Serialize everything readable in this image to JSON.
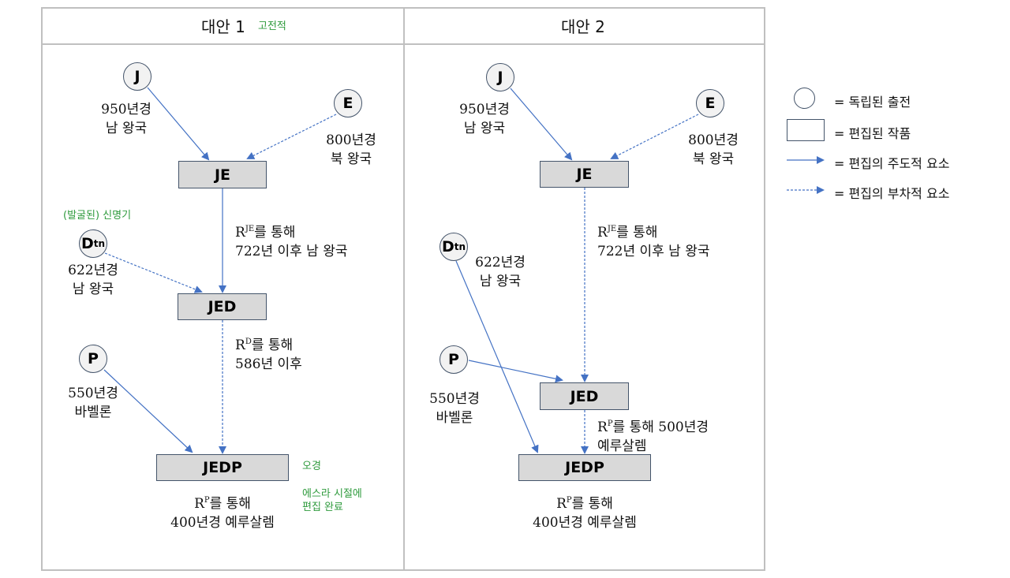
{
  "columns": [
    {
      "title": "대안 1",
      "tag": "고전적"
    },
    {
      "title": "대안 2"
    }
  ],
  "alt1": {
    "nodes": {
      "J": {
        "label": "J",
        "note": [
          "950년경",
          "남 왕국"
        ]
      },
      "E": {
        "label": "E",
        "note": [
          "800년경",
          "북 왕국"
        ]
      },
      "D": {
        "label": "D",
        "sub": "tn",
        "note": [
          "622년경",
          "남 왕국"
        ],
        "annotation": "(발굴된) 신명기"
      },
      "P": {
        "label": "P",
        "note": [
          "550년경",
          "바벨론"
        ]
      }
    },
    "boxes": {
      "JE": "JE",
      "JED": "JED",
      "JEDP": "JEDP"
    },
    "redactions": {
      "rje": {
        "R": "R",
        "sup": "JE",
        "line1_suffix": "를 통해",
        "line2": "722년 이후 남 왕국"
      },
      "rd": {
        "R": "R",
        "sup": "D",
        "line1_suffix": "를 통해",
        "line2": "586년 이후"
      },
      "rp": {
        "R": "R",
        "sup": "P",
        "line1_suffix": "를 통해",
        "line2": "400년경 예루살렘"
      }
    },
    "annotations": {
      "canon": "오경",
      "ezra": [
        "에스라 시절에",
        "편집 완료"
      ]
    }
  },
  "alt2": {
    "nodes": {
      "J": {
        "label": "J",
        "note": [
          "950년경",
          "남 왕국"
        ]
      },
      "E": {
        "label": "E",
        "note": [
          "800년경",
          "북 왕국"
        ]
      },
      "D": {
        "label": "D",
        "sub": "tn",
        "note": [
          "622년경",
          "남 왕국"
        ]
      },
      "P": {
        "label": "P",
        "note": [
          "550년경",
          "바벨론"
        ]
      }
    },
    "boxes": {
      "JE": "JE",
      "JED": "JED",
      "JEDP": "JEDP"
    },
    "redactions": {
      "rje": {
        "R": "R",
        "sup": "JE",
        "line1_suffix": "를 통해",
        "line2": "722년 이후 남 왕국"
      },
      "rp1": {
        "R": "R",
        "sup": "P",
        "line1_suffix": "를 통해 500년경",
        "line2": "예루살렘"
      },
      "rp2": {
        "R": "R",
        "sup": "P",
        "line1_suffix": "를 통해",
        "line2": "400년경 예루살렘"
      }
    }
  },
  "legend": {
    "items": [
      {
        "symbol": "circle",
        "label": "= 독립된 출전"
      },
      {
        "symbol": "rect",
        "label": "= 편집된 작품"
      },
      {
        "symbol": "solid-arrow",
        "label": "= 편집의 주도적 요소"
      },
      {
        "symbol": "dashed-arrow",
        "label": "= 편집의 부차적 요소"
      }
    ]
  },
  "colors": {
    "arrow": "#4472c4",
    "node_fill": "#f2f2f2",
    "box_fill": "#d9d9d9",
    "outline": "#44546a",
    "annotation_green": "#2e9a3c",
    "frame": "#c0c0c0"
  }
}
